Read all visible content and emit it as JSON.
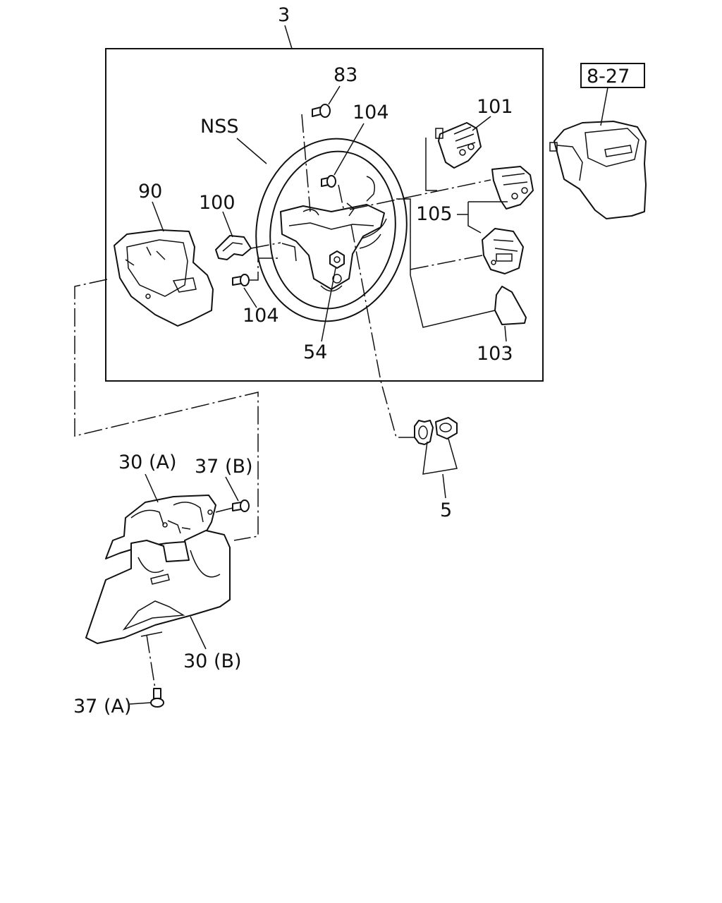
{
  "labels": {
    "assembly": "3",
    "ref_box": "8-27",
    "bolt_top": "83",
    "screw_center": "104",
    "switch_upper": "101",
    "wheel_nss": "NSS",
    "cover_rear": "90",
    "bracket": "100",
    "switch_group": "105",
    "screw_left": "104",
    "nut_center": "54",
    "pad": "103",
    "nut_washer": "5",
    "cover_upper": "30 (A)",
    "screw_b": "37 (B)",
    "cover_lower": "30 (B)",
    "screw_a": "37 (A)"
  }
}
